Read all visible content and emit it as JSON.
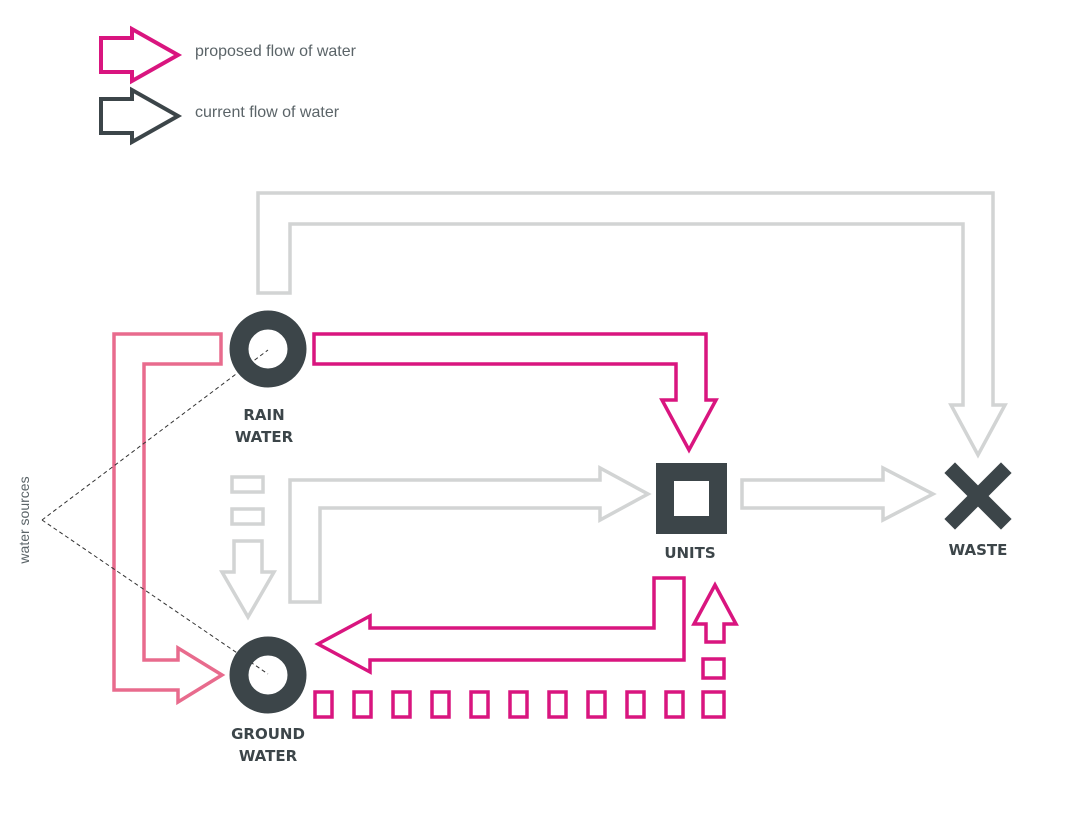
{
  "legend": {
    "proposed_label": "proposed flow of water",
    "current_label": "current flow of water"
  },
  "nodes": {
    "rain_water": {
      "line1": "RAIN",
      "line2": "WATER"
    },
    "ground_water": {
      "line1": "GROUND",
      "line2": "WATER"
    },
    "units": {
      "label": "UNITS"
    },
    "waste": {
      "label": "WASTE"
    }
  },
  "annotations": {
    "water_sources": "water sources"
  },
  "colors": {
    "proposed": "#d9157f",
    "proposed_light": "#e86b8d",
    "current": "#3c4549",
    "flow_grey": "#d2d4d4",
    "label_text": "#5b6468"
  }
}
